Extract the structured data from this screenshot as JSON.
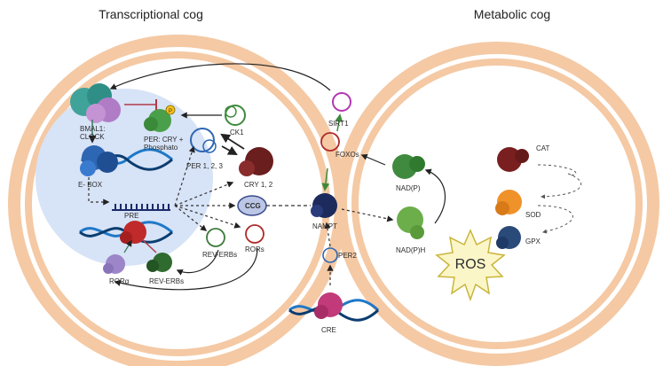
{
  "titles": {
    "transcriptional": "Transcriptional cog",
    "metabolic": "Metabolic cog"
  },
  "labels": {
    "bmal1": "BMAL1:",
    "clock": "CLOCK",
    "per_cry": "PER: CRY +",
    "phosphato": "Phosphato",
    "phospho_p": "P",
    "ck1": "CK1",
    "per123": "PER 1, 2, 3",
    "cry12": "CRY 1, 2",
    "ebox": "E- BOX",
    "ccg": "CCG",
    "pre": "PRE",
    "rora": "RORα",
    "rev_erbs": "REV-ERBs",
    "rors": "RORs",
    "sirt1": "SIRT1",
    "foxos": "FOXOs",
    "nampt": "NAMPT",
    "per2": "PER2",
    "cre": "CRE",
    "nadp": "NAD(P)",
    "nadph": "NAD(P)H",
    "cat": "CAT",
    "sod": "SOD",
    "gpx": "GPX",
    "ros": "ROS"
  }
}
